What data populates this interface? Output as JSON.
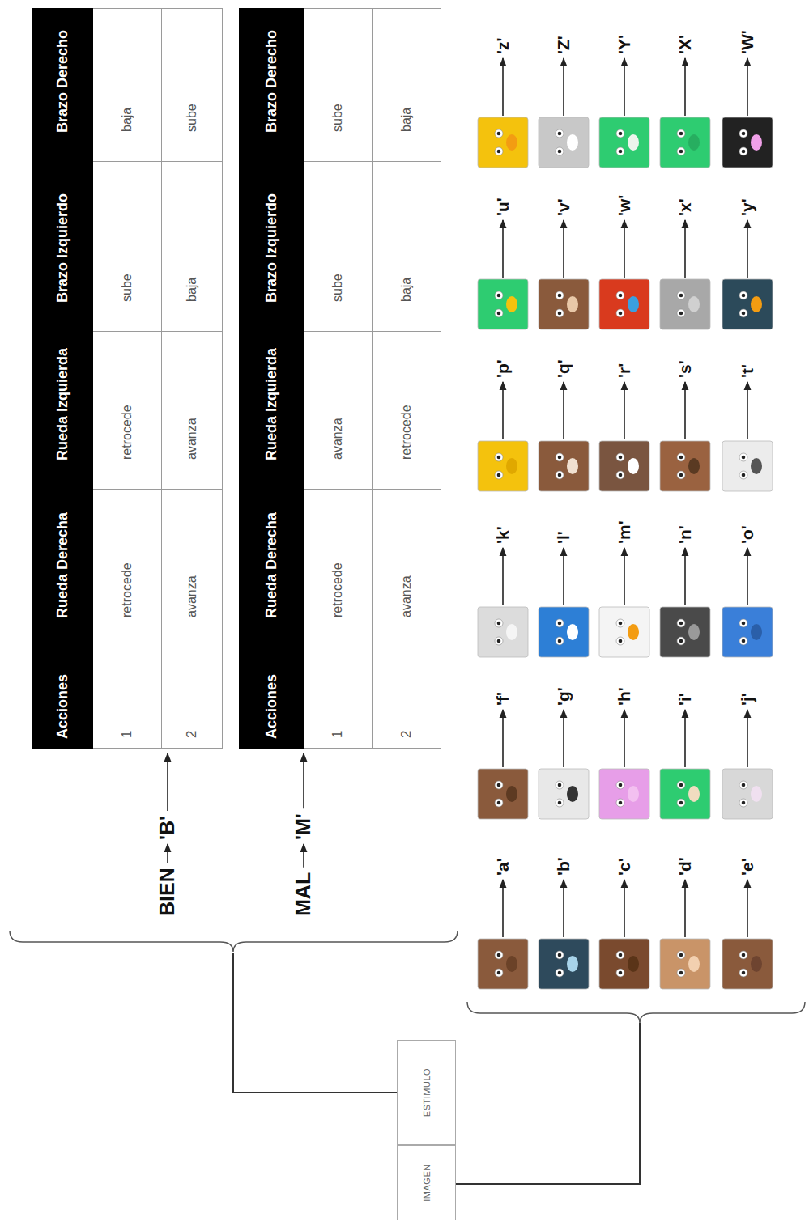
{
  "diagram": {
    "nodes": [
      {
        "text": [
          "IMAGEN"
        ]
      },
      {
        "text": [
          "ESTIMULO"
        ]
      }
    ],
    "labels": [
      "BIEN",
      "'B'",
      "MAL",
      "'M'",
      "Acciones",
      "Rueda Derecha",
      "Rueda Izquierda",
      "Brazo Izquierdo",
      "Brazo Derecho",
      "1",
      "retrocede",
      "retrocede",
      "sube",
      "baja",
      "2",
      "avanza",
      "avanza",
      "baja",
      "sube",
      "Acciones",
      "Rueda Derecha",
      "Rueda Izquierda",
      "Brazo Izquierdo",
      "Brazo Derecho",
      "1",
      "retrocede",
      "avanza",
      "sube",
      "sube",
      "2",
      "avanza",
      "retrocede",
      "baja",
      "baja",
      "'a'",
      "'b'",
      "'c'",
      "'d'",
      "'e'",
      "'f'",
      "'g'",
      "'h'",
      "'i'",
      "'j'",
      "'k'",
      "'l'",
      "'m'",
      "'n'",
      "'o'",
      "'p'",
      "'q'",
      "'r'",
      "'s'",
      "'t'",
      "'u'",
      "'v'",
      "'w'",
      "'x'",
      "'y'",
      "'z'",
      "'Z'",
      "'Y'",
      "'X'",
      "'W'"
    ]
  }
}
